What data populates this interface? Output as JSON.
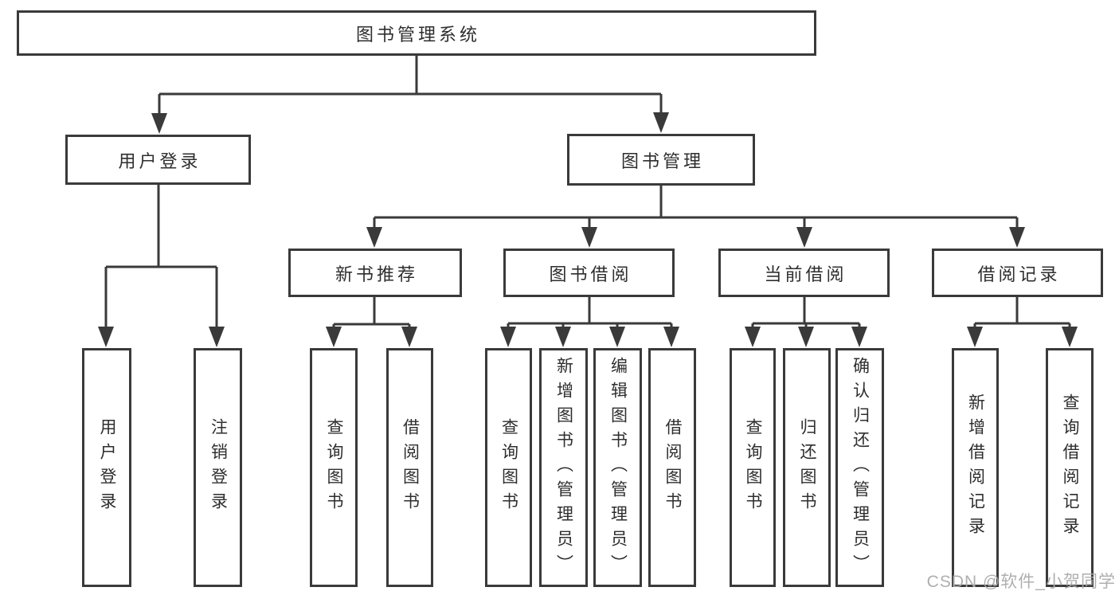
{
  "diagram": {
    "root": {
      "label": "图书管理系统"
    },
    "level2": {
      "user_login": {
        "label": "用户登录"
      },
      "book_mgmt": {
        "label": "图书管理"
      }
    },
    "level3": {
      "new_books": {
        "label": "新书推荐"
      },
      "book_borrow": {
        "label": "图书借阅"
      },
      "current_borrow": {
        "label": "当前借阅"
      },
      "borrow_records": {
        "label": "借阅记录"
      }
    },
    "leaves": {
      "user_login": {
        "label": "用户登录"
      },
      "logout": {
        "label": "注销登录"
      },
      "nb_query": {
        "label": "查询图书"
      },
      "nb_borrow": {
        "label": "借阅图书"
      },
      "bb_query": {
        "label": "查询图书"
      },
      "bb_add": {
        "label": "新增图书（管理员）"
      },
      "bb_edit": {
        "label": "编辑图书（管理员）"
      },
      "bb_borrow": {
        "label": "借阅图书"
      },
      "cb_query": {
        "label": "查询图书"
      },
      "cb_return": {
        "label": "归还图书"
      },
      "cb_confirm": {
        "label": "确认归还（管理员）"
      },
      "br_add": {
        "label": "新增借阅记录"
      },
      "br_query": {
        "label": "查询借阅记录"
      }
    },
    "watermark": "CSDN @软件_小贺同学",
    "colors": {
      "line": "#3a3a3a",
      "text": "#2e2e2e",
      "background": "#ffffff",
      "watermark": "#ababab"
    }
  }
}
